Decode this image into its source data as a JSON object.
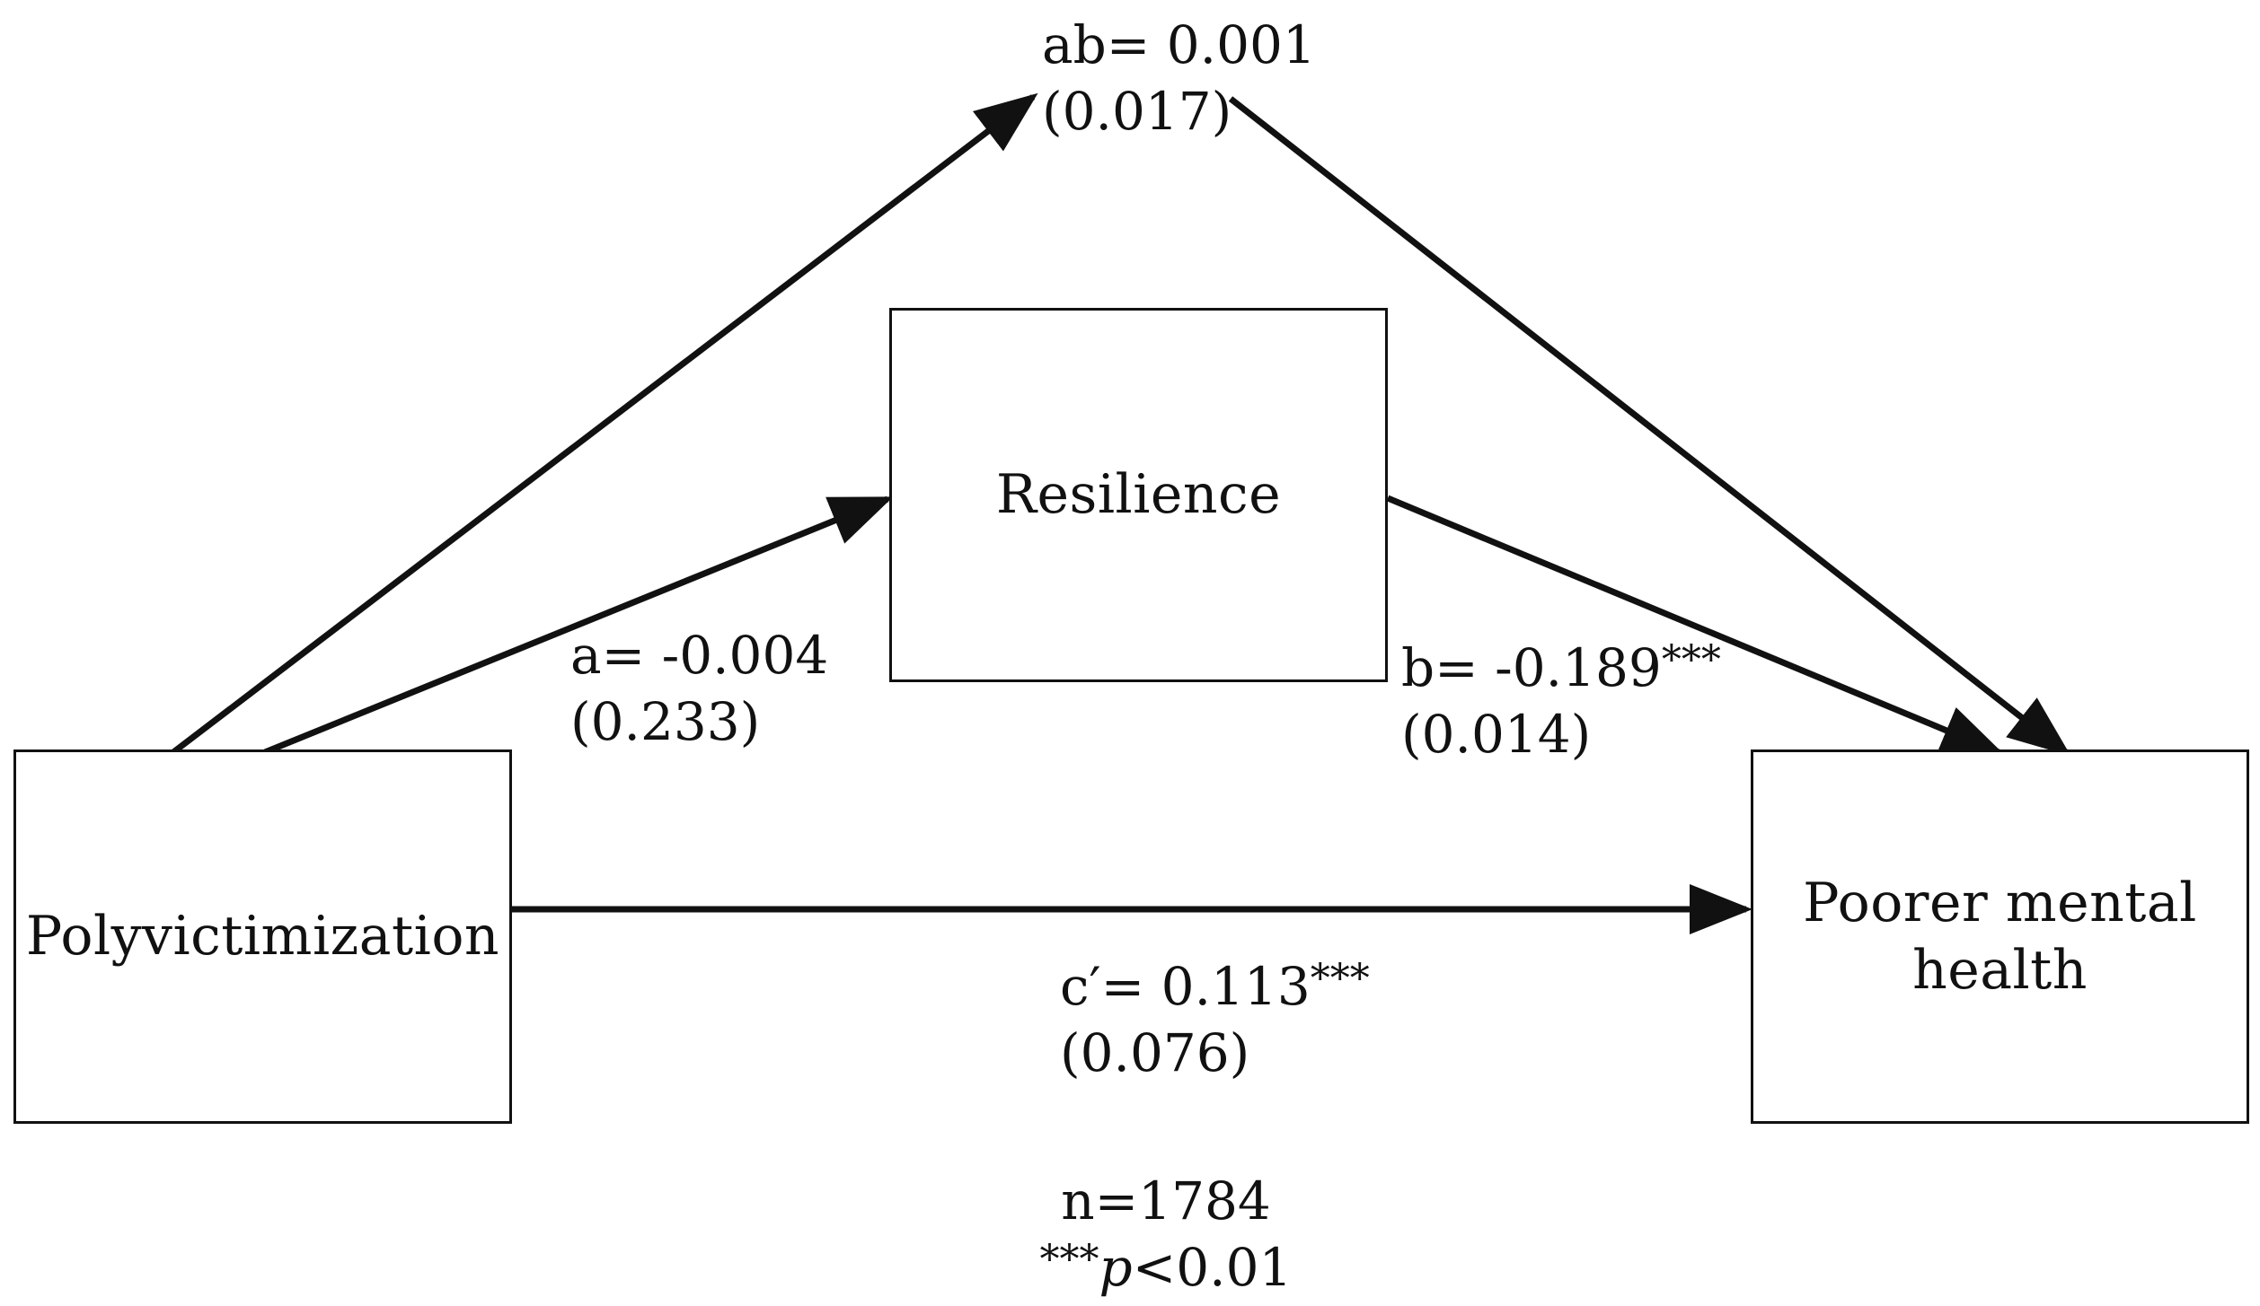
{
  "nodes": {
    "polyvictimization": "Polyvictimization",
    "resilience": "Resilience",
    "outcome_line1": "Poorer mental",
    "outcome_line2": "health"
  },
  "paths": {
    "ab": {
      "coef": "ab= 0.001",
      "se": "(0.017)"
    },
    "a": {
      "coef": "a= -0.004",
      "se": "(0.233)"
    },
    "b": {
      "coef": "b= -0.189",
      "sig": "***",
      "se": "(0.014)"
    },
    "c_prime": {
      "coef": "c′= 0.113",
      "sig": "***",
      "se": "(0.076)"
    }
  },
  "notes": {
    "n": "n=1784",
    "sig_stars": "***",
    "sig_p": "p",
    "sig_threshold": "<0.01"
  }
}
